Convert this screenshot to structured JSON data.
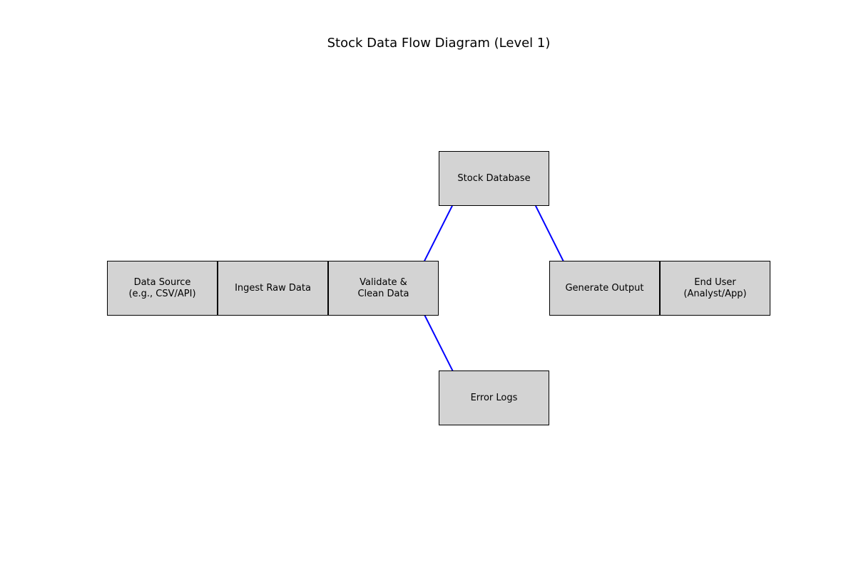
{
  "diagram": {
    "title": "Stock Data Flow Diagram (Level 1)",
    "nodes": [
      {
        "id": "data-source",
        "lines": [
          "Data Source",
          "(e.g., CSV/API)"
        ]
      },
      {
        "id": "ingest",
        "lines": [
          "Ingest Raw Data"
        ]
      },
      {
        "id": "validate",
        "lines": [
          "Validate &",
          "Clean Data"
        ]
      },
      {
        "id": "database",
        "lines": [
          "Stock Database"
        ]
      },
      {
        "id": "error-logs",
        "lines": [
          "Error Logs"
        ]
      },
      {
        "id": "generate",
        "lines": [
          "Generate Output"
        ]
      },
      {
        "id": "end-user",
        "lines": [
          "End User",
          "(Analyst/App)"
        ]
      }
    ],
    "edges": [
      {
        "from": "data-source",
        "to": "ingest"
      },
      {
        "from": "ingest",
        "to": "validate"
      },
      {
        "from": "validate",
        "to": "database"
      },
      {
        "from": "validate",
        "to": "error-logs"
      },
      {
        "from": "database",
        "to": "generate"
      },
      {
        "from": "generate",
        "to": "end-user"
      }
    ],
    "colors": {
      "node_fill": "#d3d3d3",
      "node_border": "#000000",
      "arrow": "#0000ff"
    }
  }
}
